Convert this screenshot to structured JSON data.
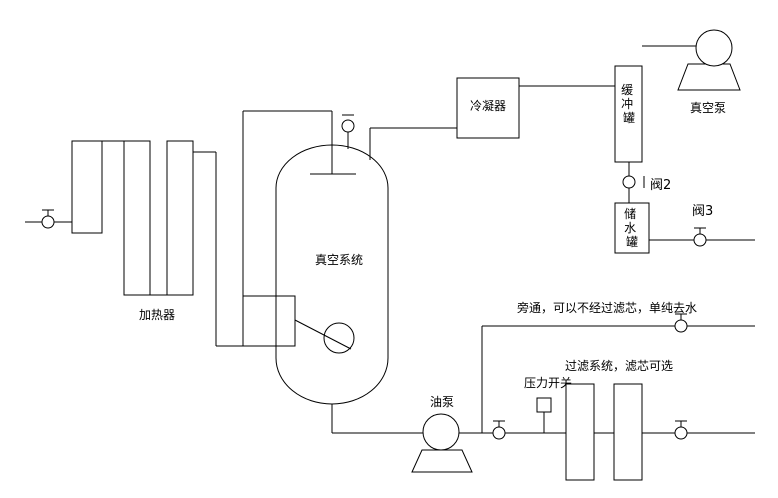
{
  "labels": {
    "heater": "加热器",
    "vacuum_system": "真空系统",
    "condenser": "冷凝器",
    "buffer_tank": "缓冲罐",
    "vacuum_pump": "真空泵",
    "valve2": "阀2",
    "water_tank": "储水罐",
    "valve3": "阀3",
    "bypass_note": "旁通，可以不经过滤芯，单纯去水",
    "oil_pump": "油泵",
    "pressure_switch": "压力开关",
    "filter_note": "过滤系统，滤芯可选"
  }
}
